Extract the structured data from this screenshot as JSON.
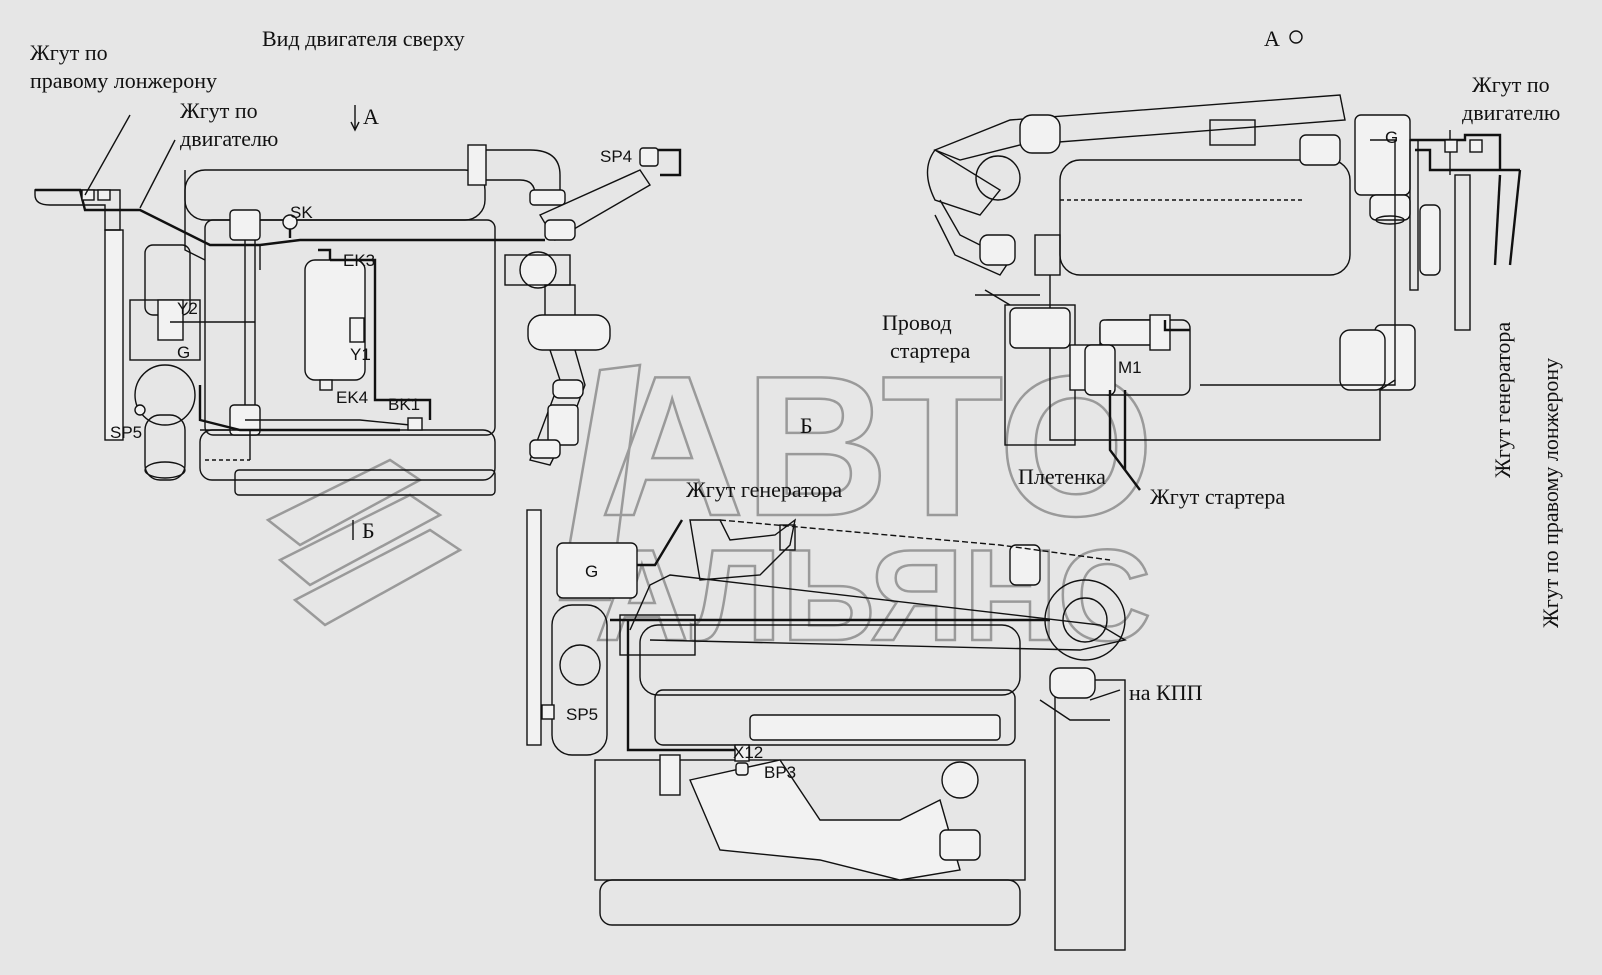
{
  "watermark": {
    "line1": "АВТО",
    "line2": "АЛЬЯНС"
  },
  "top_view": {
    "title": "Вид двигателя сверху",
    "arrow_a": "А",
    "arrow_b": "Б",
    "harness_right_rail_1": "Жгут по",
    "harness_right_rail_2": "правому лонжерону",
    "harness_engine_1": "Жгут по",
    "harness_engine_2": "двигателю",
    "codes": {
      "sp4": "SP4",
      "sk": "SK",
      "ek3": "EK3",
      "y2": "Y2",
      "g": "G",
      "y1": "Y1",
      "ek4": "EK4",
      "bk1": "BK1",
      "sp5": "SP5"
    }
  },
  "view_a": {
    "title": "А",
    "g": "G",
    "m1": "M1",
    "harness_engine_1": "Жгут по",
    "harness_engine_2": "двигателю",
    "starter_wire_1": "Провод",
    "starter_wire_2": "стартера",
    "braid": "Плетенка",
    "starter_harness": "Жгут стартера",
    "generator_harness_vertical": "Жгут генератора",
    "right_rail_harness_vertical": "Жгут по правому лонжерону"
  },
  "view_b": {
    "title": "Б",
    "generator_harness": "Жгут генератора",
    "g": "G",
    "sp5": "SP5",
    "x12": "X12",
    "bp3": "BP3",
    "to_gearbox": "на КПП"
  }
}
